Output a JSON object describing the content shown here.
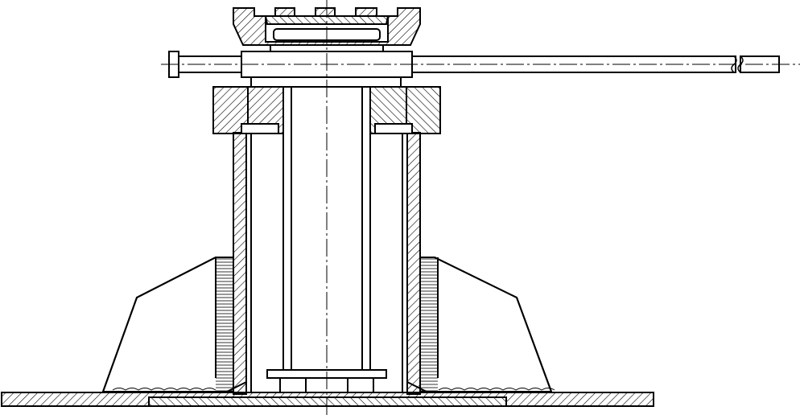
{
  "drawing": {
    "kind": "mechanical-section",
    "line_color": "#000000",
    "background_color": "#ffffff",
    "parts": [
      {
        "id": "serrated-head",
        "hatched": true
      },
      {
        "id": "tommy-bar",
        "hatched": false
      },
      {
        "id": "collar",
        "hatched": false
      },
      {
        "id": "hex-nut",
        "hatched": true
      },
      {
        "id": "screw-shank",
        "hatched": false
      },
      {
        "id": "outer-tube",
        "hatched": true
      },
      {
        "id": "base-housing",
        "hatched": true
      },
      {
        "id": "base-plate",
        "hatched": true
      },
      {
        "id": "bottom-nut",
        "hatched": false
      }
    ],
    "centerlines": [
      "vertical-axis",
      "tommy-bar-axis"
    ]
  }
}
